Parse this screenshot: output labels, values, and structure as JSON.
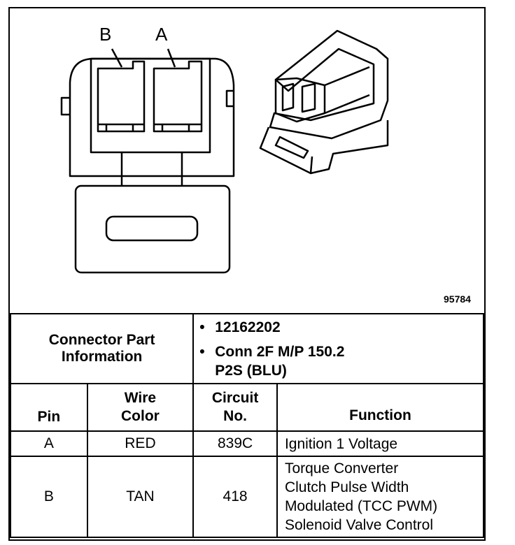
{
  "diagram": {
    "pin_labels": [
      "B",
      "A"
    ],
    "figure_number": "95784"
  },
  "connector_info": {
    "label_line1": "Connector Part",
    "label_line2": "Information",
    "items": [
      {
        "text": "12162202"
      },
      {
        "text": "Conn 2F M/P 150.2",
        "text2": "P2S (BLU)"
      }
    ]
  },
  "table": {
    "headers": {
      "pin": "Pin",
      "wire_color_1": "Wire",
      "wire_color_2": "Color",
      "circuit_1": "Circuit",
      "circuit_2": "No.",
      "function": "Function"
    },
    "rows": [
      {
        "pin": "A",
        "color": "RED",
        "circuit": "839C",
        "function": [
          "Ignition 1 Voltage"
        ]
      },
      {
        "pin": "B",
        "color": "TAN",
        "circuit": "418",
        "function": [
          "Torque Converter",
          "Clutch Pulse Width",
          "Modulated (TCC PWM)",
          "Solenoid Valve Control"
        ]
      }
    ]
  }
}
